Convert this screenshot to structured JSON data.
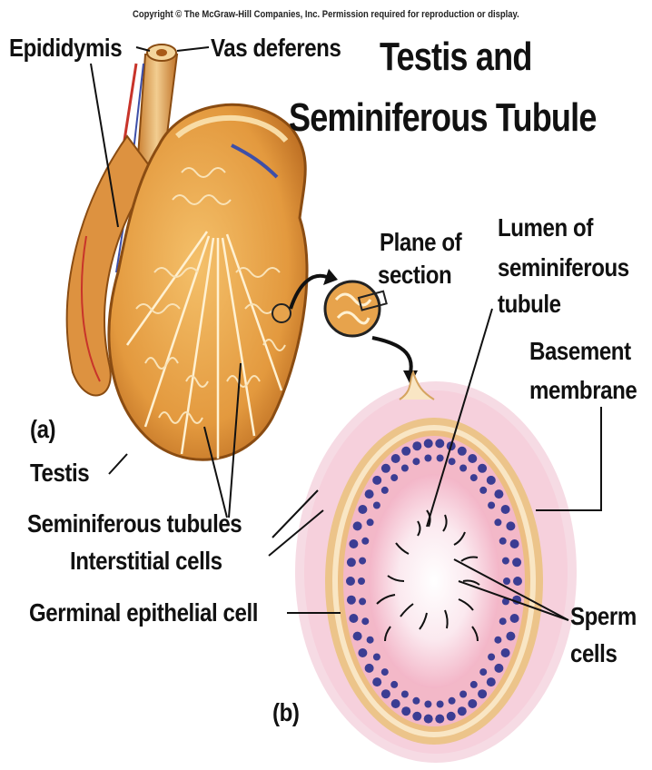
{
  "copyright": "Copyright © The McGraw-Hill Companies, Inc. Permission required for reproduction or display.",
  "title": {
    "line1": "Testis and",
    "line2": "Seminiferous Tubule"
  },
  "labels": {
    "epididymis": "Epididymis",
    "vas_deferens": "Vas deferens",
    "plane_of_section_1": "Plane of",
    "plane_of_section_2": "section",
    "lumen_1": "Lumen of",
    "lumen_2": "seminiferous",
    "lumen_3": "tubule",
    "basement_1": "Basement",
    "basement_2": "membrane",
    "panel_a": "(a)",
    "testis": "Testis",
    "seminiferous_tubules": "Seminiferous tubules",
    "interstitial_cells": "Interstitial cells",
    "germinal_epithelial_cell": "Germinal epithelial cell",
    "sperm_1": "Sperm",
    "sperm_2": "cells",
    "panel_b": "(b)"
  },
  "colors": {
    "testis_fill": "#e9a64a",
    "testis_dark": "#b86a1e",
    "tubule_line": "#fff3d6",
    "vessel_red": "#c8342a",
    "vessel_blue": "#3d4fa8",
    "membrane": "#e8c48a",
    "nucleus": "#3b3d93",
    "tissue_pink": "#f3b8c8"
  }
}
